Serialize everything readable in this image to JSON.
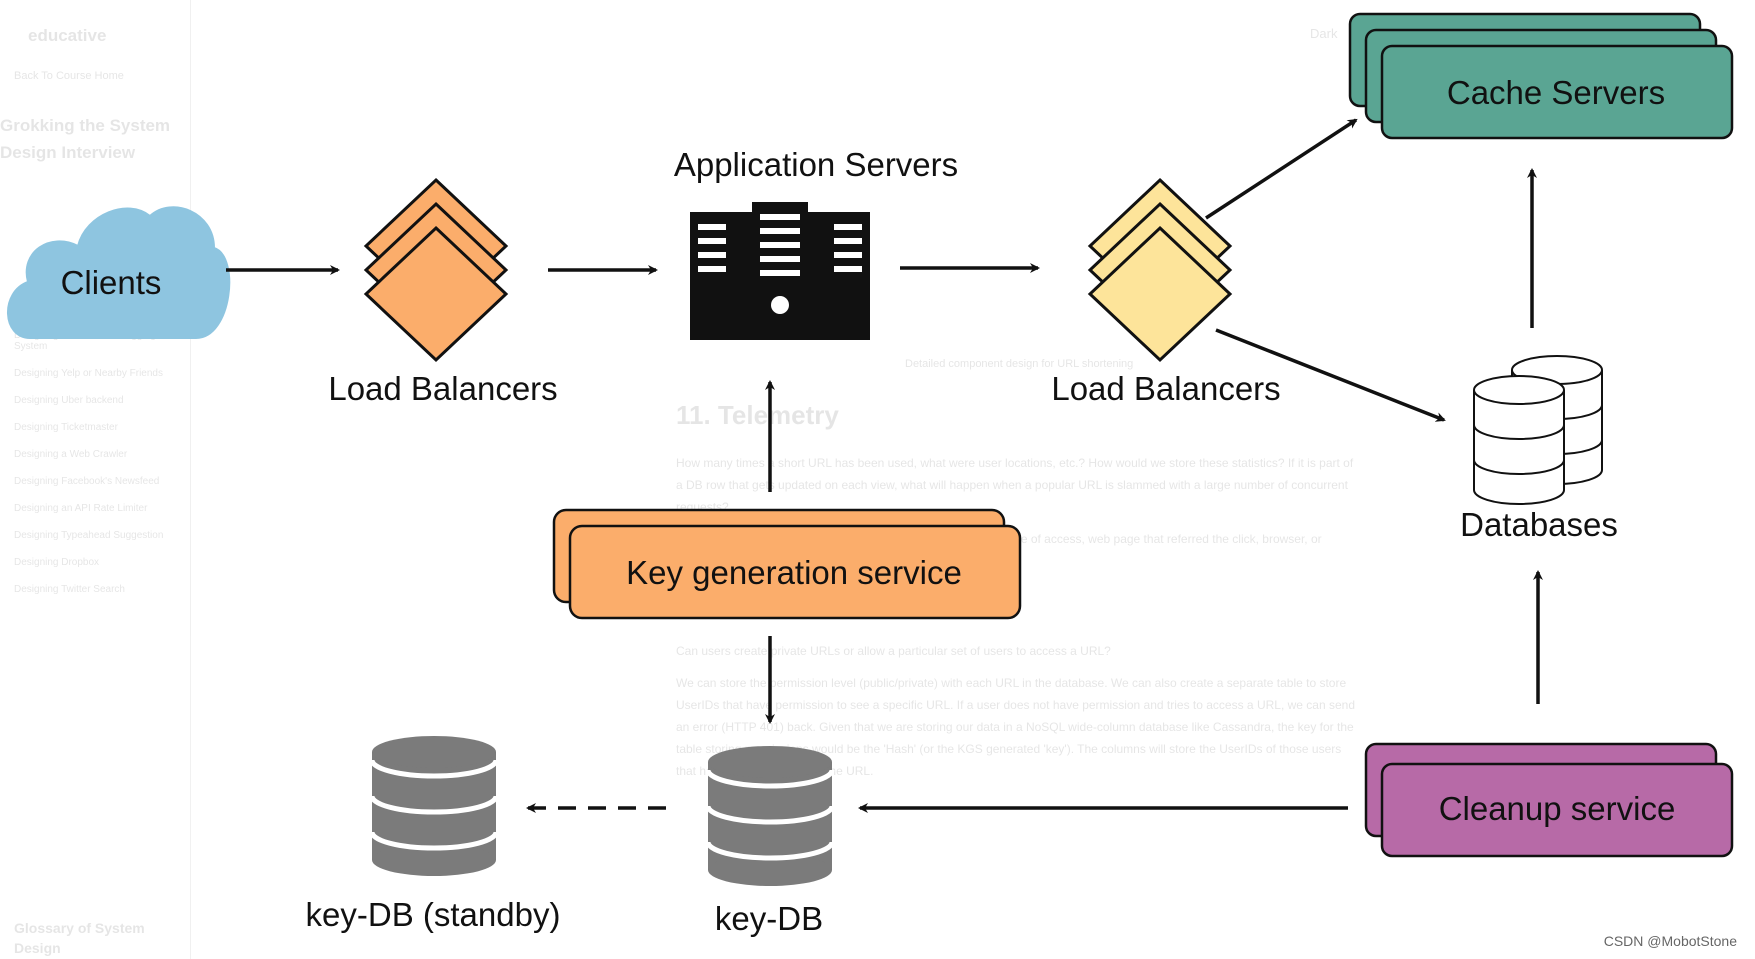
{
  "background_page": {
    "logo": "educative",
    "breadcrumb": "Back To Course Home",
    "course_title": "Grokking the System Design Interview",
    "toc_items": [
      "Designing a Distributed Logging System",
      "Designing Yelp or Nearby Friends",
      "Designing Uber backend",
      "Designing Ticketmaster",
      "Designing a Web Crawler",
      "Designing Facebook's Newsfeed",
      "Designing an API Rate Limiter",
      "Designing Typeahead Suggestion",
      "Designing Dropbox",
      "Designing Twitter Search"
    ],
    "glossary": "Glossary of System Design",
    "nav_right": "Dark",
    "figure_caption": "Detailed component design for URL shortening",
    "section_heading": "11. Telemetry",
    "paragraphs": [
      "How many times a short URL has been used, what were user locations, etc.? How would we store these statistics? If it is part of a DB row that gets updated on each view, what will happen when a popular URL is slammed with a large number of concurrent requests?",
      "Some statistics worth tracking: country of the visitor, date and time of access, web page that referred the click, browser, or platform from where the page was accessed.",
      "Can users create private URLs or allow a particular set of users to access a URL?",
      "We can store the permission level (public/private) with each URL in the database. We can also create a separate table to store UserIDs that have permission to see a specific URL. If a user does not have permission and tries to access a URL, we can send an error (HTTP 401) back. Given that we are storing our data in a NoSQL wide-column database like Cassandra, the key for the table storing permissions would be the 'Hash' (or the KGS generated 'key'). The columns will store the UserIDs of those users that have permission to see the URL."
    ]
  },
  "diagram": {
    "nodes": {
      "clients": "Clients",
      "lb_left": "Load Balancers",
      "app_servers": "Application Servers",
      "lb_right": "Load Balancers",
      "cache_servers": "Cache Servers",
      "databases": "Databases",
      "key_gen_service": "Key generation service",
      "key_db": "key-DB",
      "key_db_standby": "key-DB (standby)",
      "cleanup_service": "Cleanup service"
    },
    "colors": {
      "clients": "#8ec5e0",
      "lb_left": "#fbad6b",
      "lb_right": "#fde49a",
      "cache": "#5aa593",
      "key_gen": "#fbad6b",
      "cleanup": "#b76aa7",
      "key_db": "#7b7b7b",
      "server": "#111111"
    }
  },
  "watermark": "CSDN @MobotStone"
}
